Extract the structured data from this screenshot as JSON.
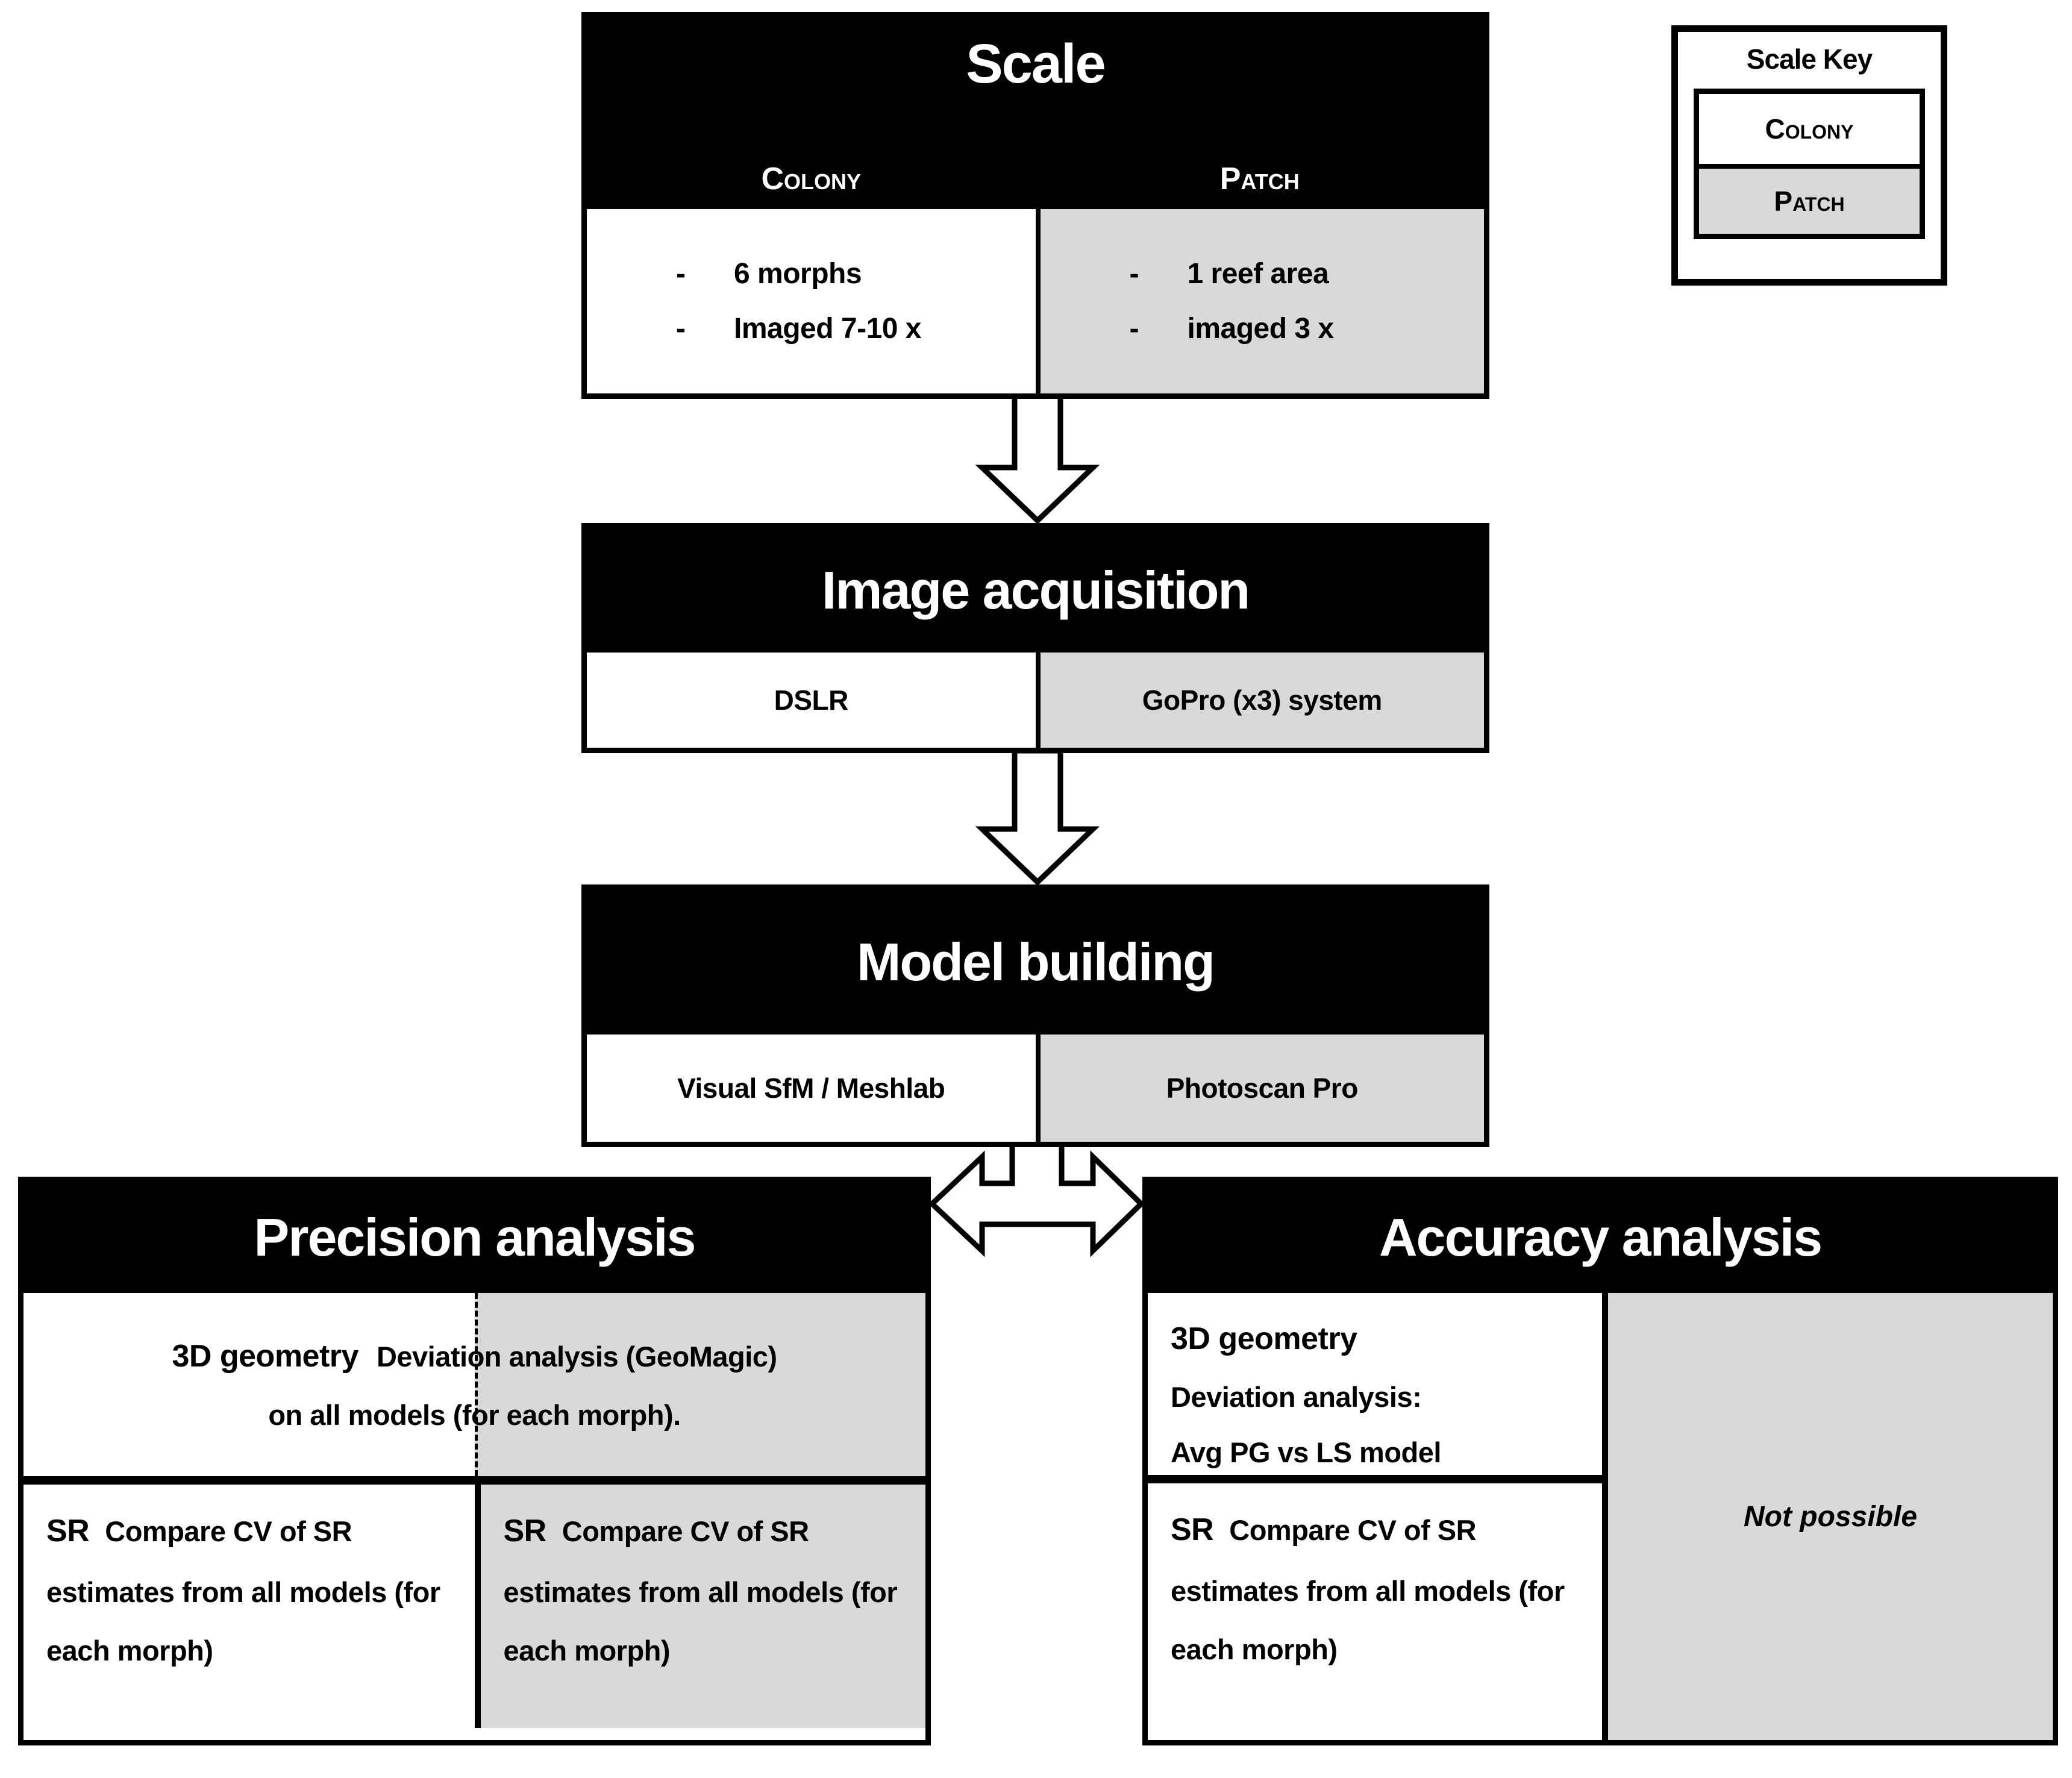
{
  "scale": {
    "title": "Scale",
    "colony_header": "Colony",
    "patch_header": "Patch",
    "bullet_char": "-",
    "colony_bullets": [
      "6 morphs",
      "Imaged 7-10 x"
    ],
    "patch_bullets": [
      "1 reef area",
      "imaged 3 x"
    ]
  },
  "scale_key": {
    "title": "Scale Key",
    "colony_label": "Colony",
    "patch_label": "Patch"
  },
  "image_acquisition": {
    "title": "Image acquisition",
    "colony_cell": "DSLR",
    "patch_cell": "GoPro (x3) system"
  },
  "model_building": {
    "title": "Model building",
    "colony_cell": "Visual SfM / Meshlab",
    "patch_cell": "Photoscan Pro"
  },
  "precision_analysis": {
    "title": "Precision analysis",
    "geometry_label": "3D geometry",
    "geometry_line1": "Deviation analysis (GeoMagic)",
    "geometry_line2": "on all models (for each morph).",
    "sr_label": "SR",
    "colony_sr_text": "Compare CV of SR estimates from all models (for each morph)",
    "patch_sr_text": "Compare CV of SR estimates from all models (for each morph)"
  },
  "accuracy_analysis": {
    "title": "Accuracy analysis",
    "geometry_label": "3D geometry",
    "geometry_line1": "Deviation analysis:",
    "geometry_line2": "Avg PG vs LS model",
    "sr_label": "SR",
    "colony_sr_text": "Compare CV of SR estimates from all models (for each morph)",
    "patch_note": "Not possible"
  },
  "colors": {
    "patch_gray": "#d9d9d9",
    "colony_white": "#ffffff",
    "header_black": "#000000"
  }
}
